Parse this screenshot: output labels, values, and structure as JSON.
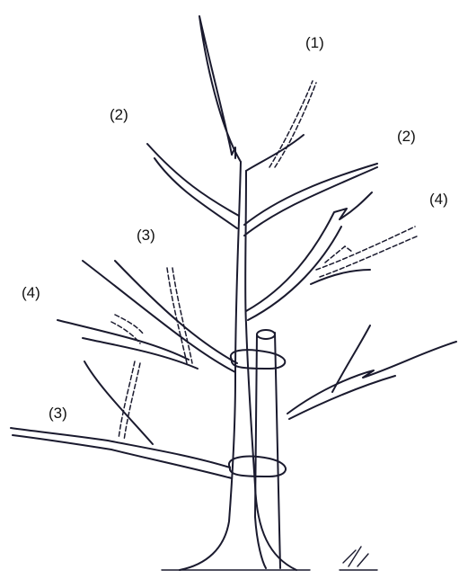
{
  "figure": {
    "labels": {
      "top_shoot": "(1)",
      "upper_left_branch": "(2)",
      "upper_right_branch": "(2)",
      "right_side_shoot": "(4)",
      "mid_left_branch": "(3)",
      "left_side_shoot": "(4)",
      "lower_left_branch": "(3)"
    },
    "ink_color": "#1a1a2e"
  }
}
